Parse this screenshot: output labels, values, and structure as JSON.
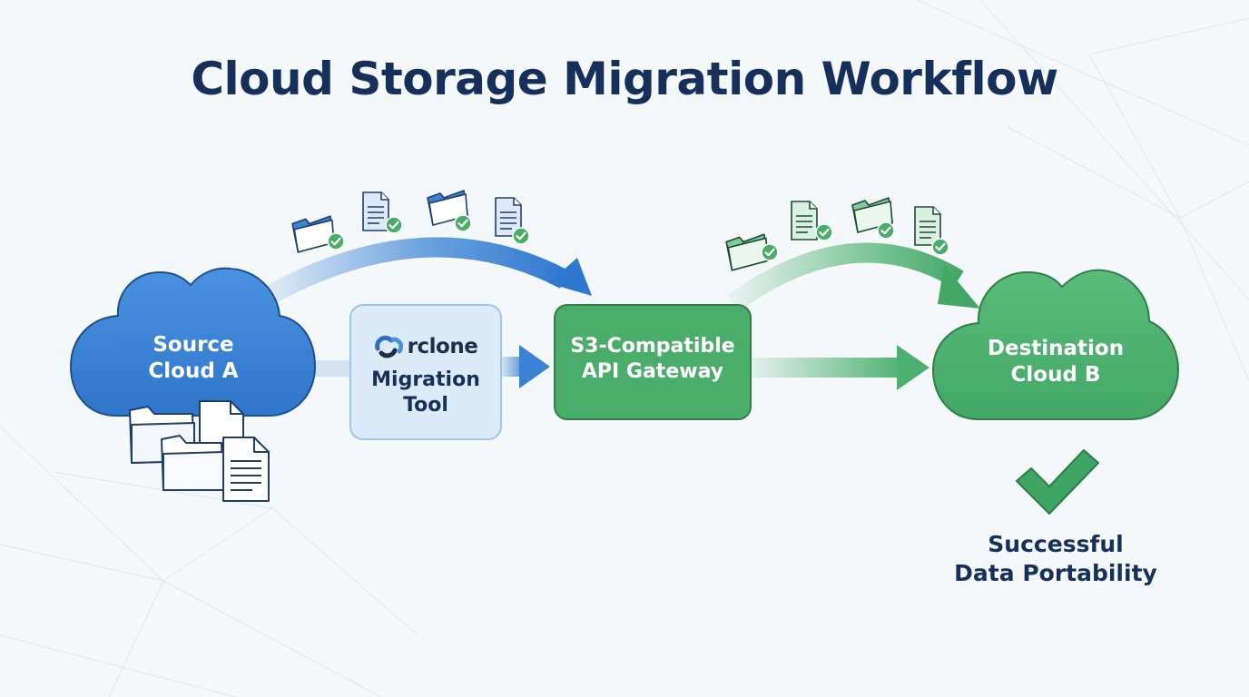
{
  "title": "Cloud Storage Migration Workflow",
  "source_cloud": {
    "line1": "Source",
    "line2": "Cloud A"
  },
  "migration_tool": {
    "brand": "rclone",
    "line1": "Migration",
    "line2": "Tool"
  },
  "gateway": {
    "line1": "S3-Compatible",
    "line2": "API Gateway"
  },
  "destination_cloud": {
    "line1": "Destination",
    "line2": "Cloud B"
  },
  "success": {
    "line1": "Successful",
    "line2": "Data Portability"
  },
  "colors": {
    "title": "#15305a",
    "source_blue": "#3a82d4",
    "tool_fill": "#dcebfa",
    "tool_border": "#9cc4ec",
    "gateway_green": "#4aae6a",
    "destination_green": "#4cb06e",
    "check_green": "#3fa562"
  },
  "icons": {
    "brand_logo": "rclone-logo-icon",
    "folder": "folder-icon",
    "document": "document-icon",
    "check": "check-badge-icon",
    "success": "checkmark-icon"
  }
}
